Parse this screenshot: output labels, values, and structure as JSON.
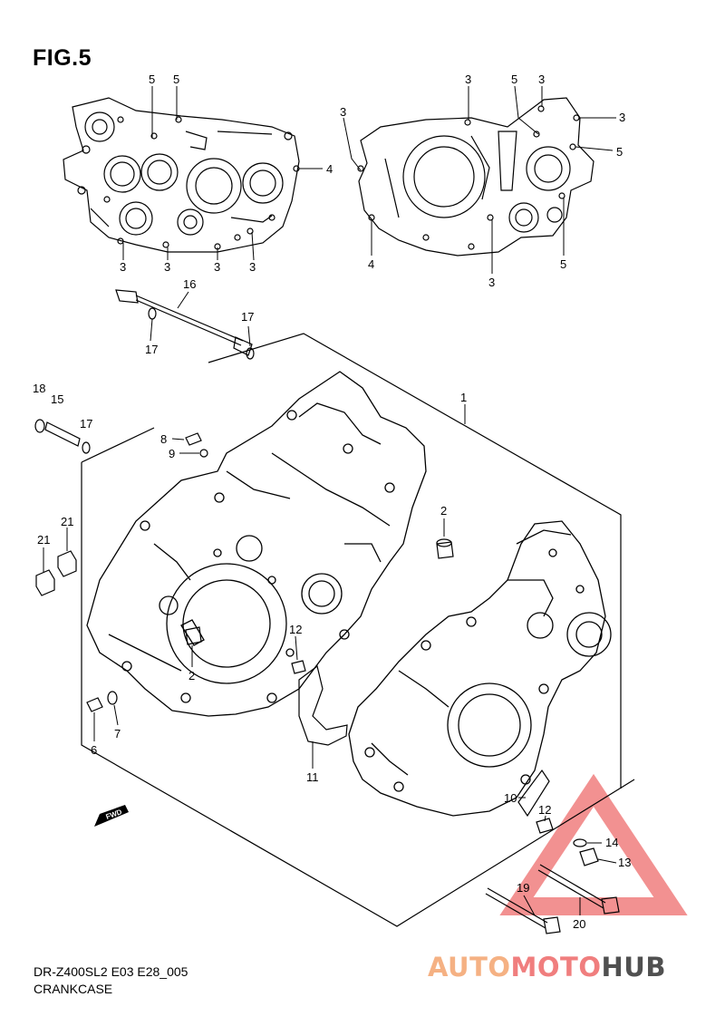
{
  "figure": {
    "title": "FIG.5",
    "model_code": "DR-Z400SL2 E03 E28_005",
    "section_name": "CRANKCASE"
  },
  "callouts": [
    {
      "id": "c01",
      "text": "5"
    },
    {
      "id": "c02",
      "text": "5"
    },
    {
      "id": "c03",
      "text": "4"
    },
    {
      "id": "c04",
      "text": "3"
    },
    {
      "id": "c05",
      "text": "3"
    },
    {
      "id": "c06",
      "text": "3"
    },
    {
      "id": "c07",
      "text": "3"
    },
    {
      "id": "c08",
      "text": "3"
    },
    {
      "id": "c09",
      "text": "5"
    },
    {
      "id": "c10",
      "text": "3"
    },
    {
      "id": "c11",
      "text": "3"
    },
    {
      "id": "c12",
      "text": "3"
    },
    {
      "id": "c13",
      "text": "5"
    },
    {
      "id": "c14",
      "text": "4"
    },
    {
      "id": "c15",
      "text": "3"
    },
    {
      "id": "c16",
      "text": "5"
    },
    {
      "id": "c17",
      "text": "16"
    },
    {
      "id": "c18",
      "text": "17"
    },
    {
      "id": "c19",
      "text": "17"
    },
    {
      "id": "c20",
      "text": "18"
    },
    {
      "id": "c21",
      "text": "15"
    },
    {
      "id": "c22",
      "text": "17"
    },
    {
      "id": "c23",
      "text": "1"
    },
    {
      "id": "c24",
      "text": "8"
    },
    {
      "id": "c25",
      "text": "9"
    },
    {
      "id": "c26",
      "text": "2"
    },
    {
      "id": "c27",
      "text": "21"
    },
    {
      "id": "c28",
      "text": "21"
    },
    {
      "id": "c29",
      "text": "12"
    },
    {
      "id": "c30",
      "text": "2"
    },
    {
      "id": "c31",
      "text": "7"
    },
    {
      "id": "c32",
      "text": "6"
    },
    {
      "id": "c33",
      "text": "11"
    },
    {
      "id": "c34",
      "text": "10"
    },
    {
      "id": "c35",
      "text": "12"
    },
    {
      "id": "c36",
      "text": "14"
    },
    {
      "id": "c37",
      "text": "13"
    },
    {
      "id": "c38",
      "text": "19"
    },
    {
      "id": "c39",
      "text": "20"
    }
  ],
  "fwd_label": "FWD",
  "watermark": {
    "part1": "AUTO",
    "part2": "MOTO",
    "part3": "HUB"
  },
  "colors": {
    "line": "#000000",
    "watermark_red": "#f07e7e",
    "watermark_orange": "#f5b183",
    "watermark_gray": "#505050"
  }
}
